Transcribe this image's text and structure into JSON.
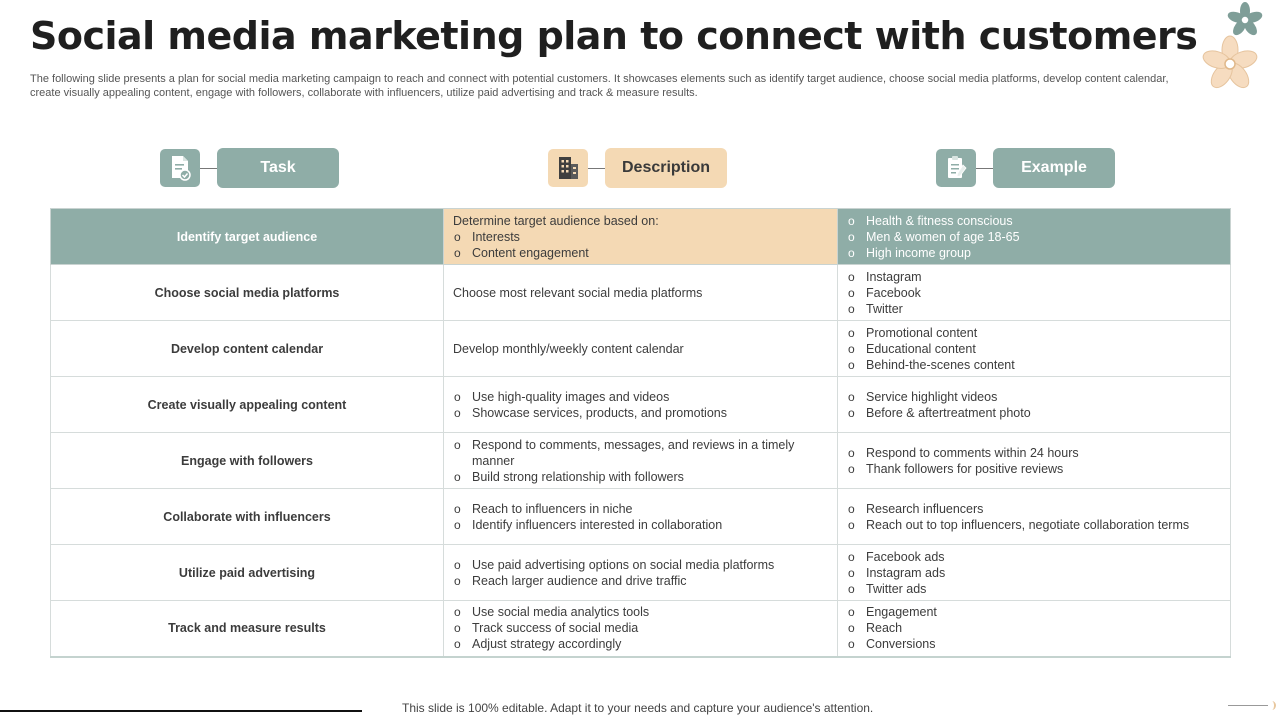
{
  "title": "Social media marketing plan to connect with customers",
  "subtitle": "The following slide presents a plan for social media marketing campaign to reach and connect with potential customers. It showcases elements such as identify target audience, choose social media platforms, develop content calendar, create visually appealing content, engage with followers, collaborate with influencers, utilize paid advertising and track &  measure results.",
  "headers": {
    "task": {
      "label": "Task",
      "icon": "document-check-icon"
    },
    "description": {
      "label": "Description",
      "icon": "building-icon"
    },
    "example": {
      "label": "Example",
      "icon": "notepad-pen-icon"
    }
  },
  "colors": {
    "teal": "#8fada7",
    "tan": "#f4d9b4"
  },
  "rows": [
    {
      "task": "Identify target audience",
      "description_intro": "Determine target audience based on:",
      "description": [
        "Interests",
        "Content engagement"
      ],
      "example": [
        "Health & fitness conscious",
        "Men & women of age 18-65",
        "High income group"
      ]
    },
    {
      "task": "Choose social media platforms",
      "description_intro": "Choose most relevant  social media platforms",
      "description": [],
      "example": [
        "Instagram",
        "Facebook",
        "Twitter"
      ]
    },
    {
      "task": "Develop content calendar",
      "description_intro": "Develop  monthly/weekly content calendar",
      "description": [],
      "example": [
        "Promotional content",
        "Educational content",
        "Behind-the-scenes content"
      ]
    },
    {
      "task": "Create visually appealing content",
      "description_intro": "",
      "description": [
        "Use high-quality  images and videos",
        "Showcase services,  products,  and promotions"
      ],
      "example": [
        "Service highlight videos",
        "Before & aftertreatment photo"
      ]
    },
    {
      "task": "Engage with followers",
      "description_intro": "",
      "description": [
        "Respond to comments, messages, and reviews  in a timely manner",
        "Build strong relationship with followers"
      ],
      "example": [
        "Respond to comments within 24 hours",
        "Thank followers  for positive reviews"
      ]
    },
    {
      "task": "Collaborate with influencers",
      "description_intro": "",
      "description": [
        "Reach to influencers in niche",
        "Identify influencers  interested  in collaboration"
      ],
      "example": [
        "Research influencers",
        "Reach out to top influencers,  negotiate collaboration terms"
      ]
    },
    {
      "task": "Utilize paid advertising",
      "description_intro": "",
      "description": [
        "Use paid advertising  options on social media platforms",
        "Reach larger audience and drive traffic"
      ],
      "example": [
        "Facebook ads",
        "Instagram  ads",
        "Twitter  ads"
      ]
    },
    {
      "task": "Track and measure results",
      "description_intro": "",
      "description": [
        "Use social media analytics tools",
        "Track success of social media",
        "Adjust strategy accordingly"
      ],
      "example": [
        "Engagement",
        "Reach",
        "Conversions"
      ]
    }
  ],
  "footer": "This slide is 100% editable. Adapt it to your needs and capture your audience's attention."
}
